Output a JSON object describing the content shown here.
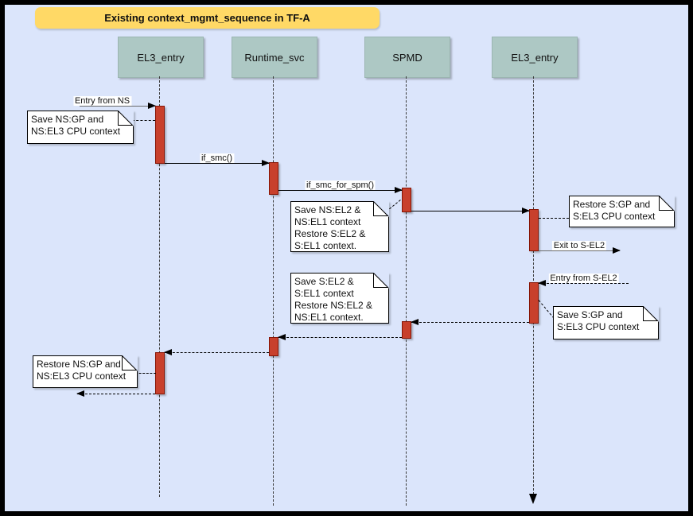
{
  "diagram": {
    "title": "Existing context_mgmt_sequence in TF-A",
    "lifelines": [
      {
        "label": "EL3_entry"
      },
      {
        "label": "Runtime_svc"
      },
      {
        "label": "SPMD"
      },
      {
        "label": "EL3_entry"
      }
    ],
    "messages": {
      "entry_from_ns": "Entry from NS",
      "if_smc": "if_smc()",
      "if_smc_for_spm": "if_smc_for_spm()",
      "exit_to_sel2": "Exit to S-EL2",
      "entry_from_sel2": "Entry from S-EL2"
    },
    "notes": {
      "save_ns_gp": "Save NS:GP and\nNS:EL3 CPU context",
      "save_ns_el2": "Save NS:EL2 &\nNS:EL1 context\nRestore S:EL2 &\nS:EL1 context.",
      "restore_s_gp": "Restore S:GP and\nS:EL3 CPU context",
      "save_s_gp": "Save S:GP and\nS:EL3 CPU context",
      "save_s_el2": "Save S:EL2 &\nS:EL1 context\nRestore NS:EL2 &\nNS:EL1 context.",
      "restore_ns_gp": "Restore NS:GP and\nNS:EL3 CPU context"
    },
    "colors": {
      "background": "#dbe5fb",
      "frame": "#000000",
      "title_bg": "#ffd966",
      "lifeline_box": "#adc8c4",
      "activation_fill": "#c8402c",
      "activation_border": "#871505",
      "note_bg": "#ffffff",
      "gray_arrow": "#6b6b6b"
    }
  }
}
